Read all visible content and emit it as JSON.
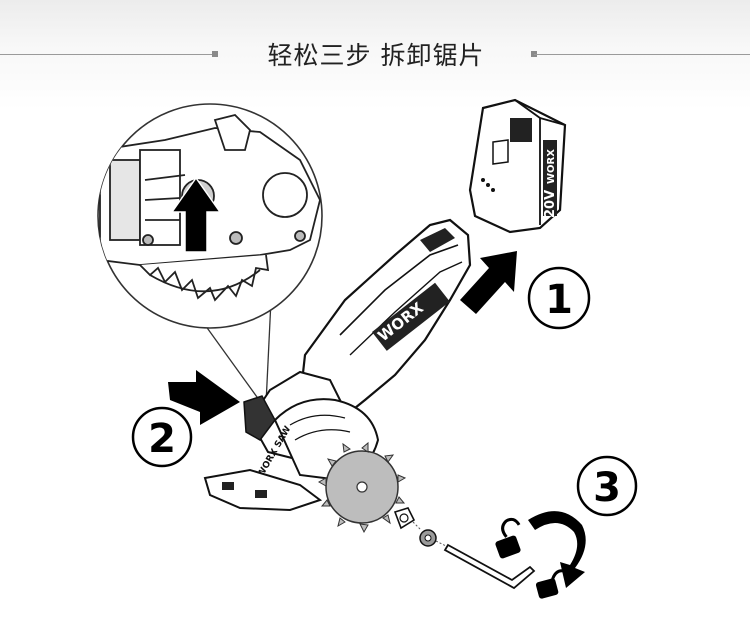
{
  "page": {
    "title": "轻松三步 拆卸锯片"
  },
  "steps": [
    {
      "number": "1"
    },
    {
      "number": "2"
    },
    {
      "number": "3"
    }
  ],
  "battery": {
    "voltage_label": "20V",
    "brand_label": "WORX"
  },
  "saw": {
    "brand_label": "WORX",
    "side_label": "WORX SAW"
  }
}
